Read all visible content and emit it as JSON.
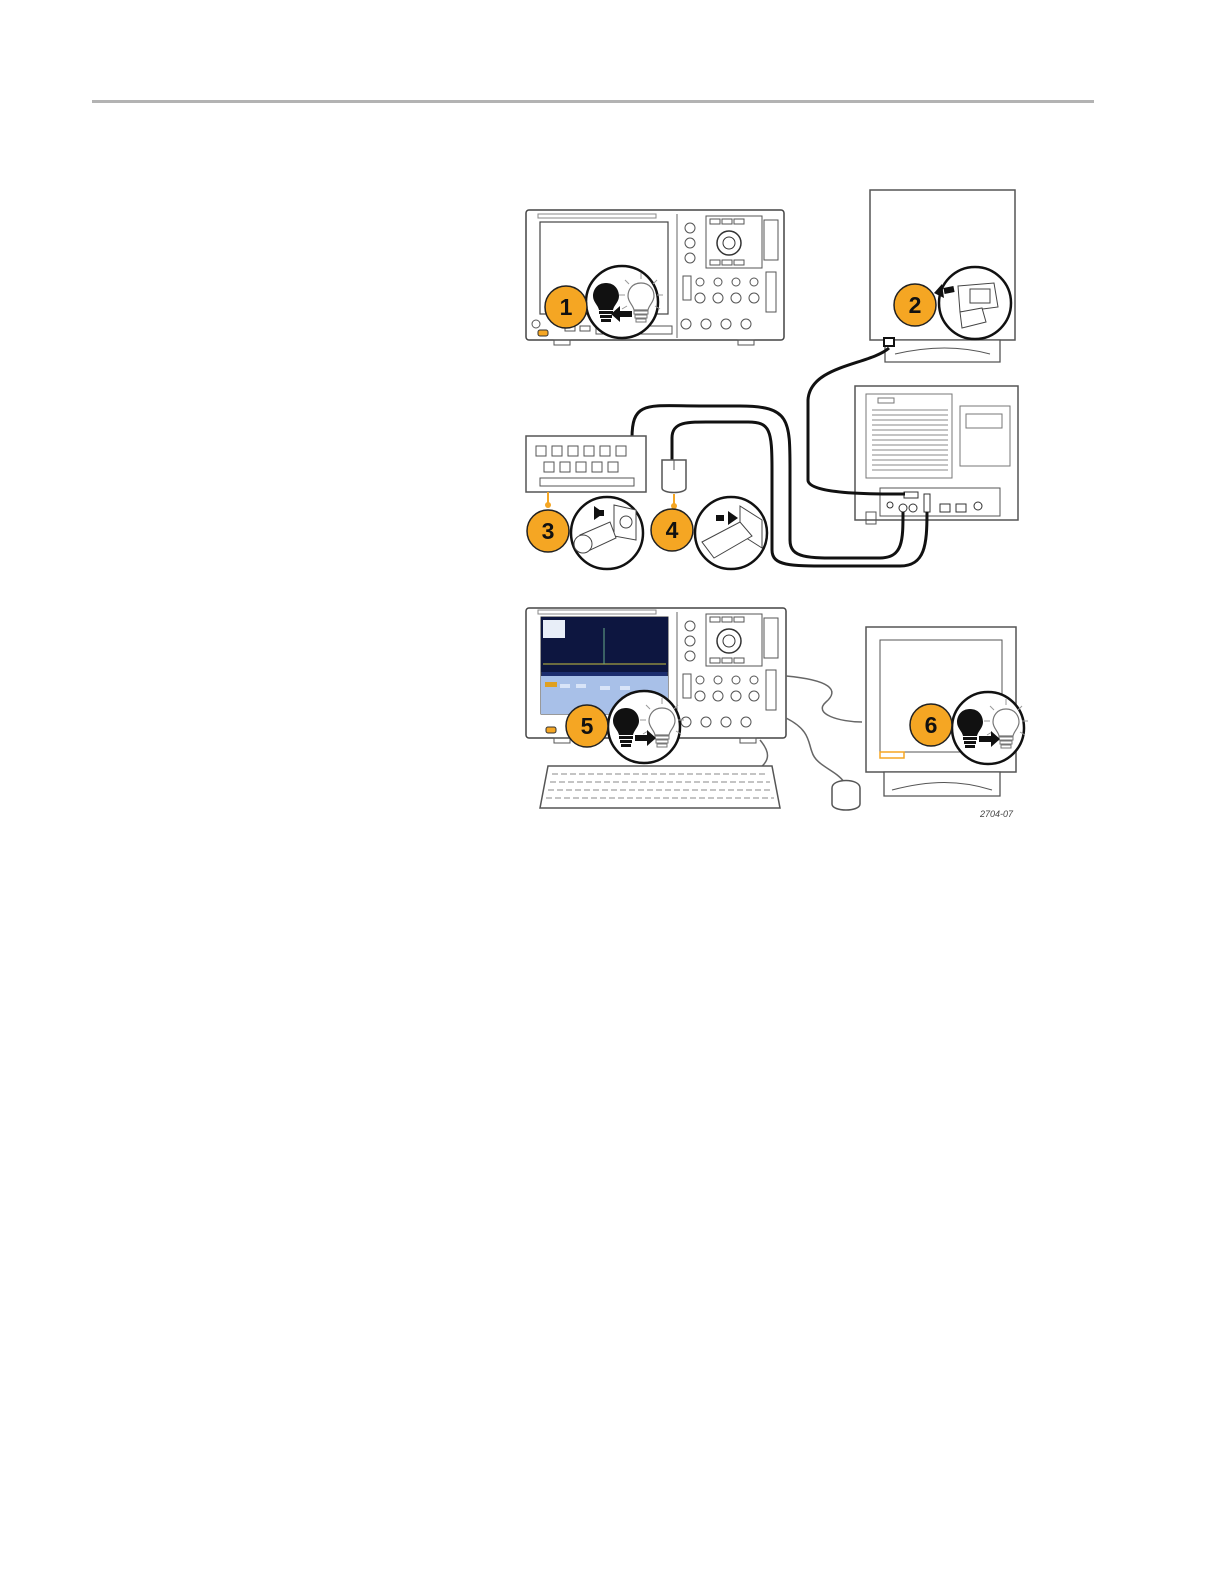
{
  "steps": [
    {
      "number": "1"
    },
    {
      "number": "2"
    },
    {
      "number": "3"
    },
    {
      "number": "4"
    },
    {
      "number": "5"
    },
    {
      "number": "6"
    }
  ],
  "figure_id": "2704-07",
  "colors": {
    "accent": "#F5A623",
    "rule": "#B3B3B3",
    "line": "#222222"
  },
  "icons": [
    "power-off-to-on-icon",
    "vga-connector-icon",
    "ps2-connector-icon",
    "usb-connector-icon",
    "power-on-icon"
  ]
}
